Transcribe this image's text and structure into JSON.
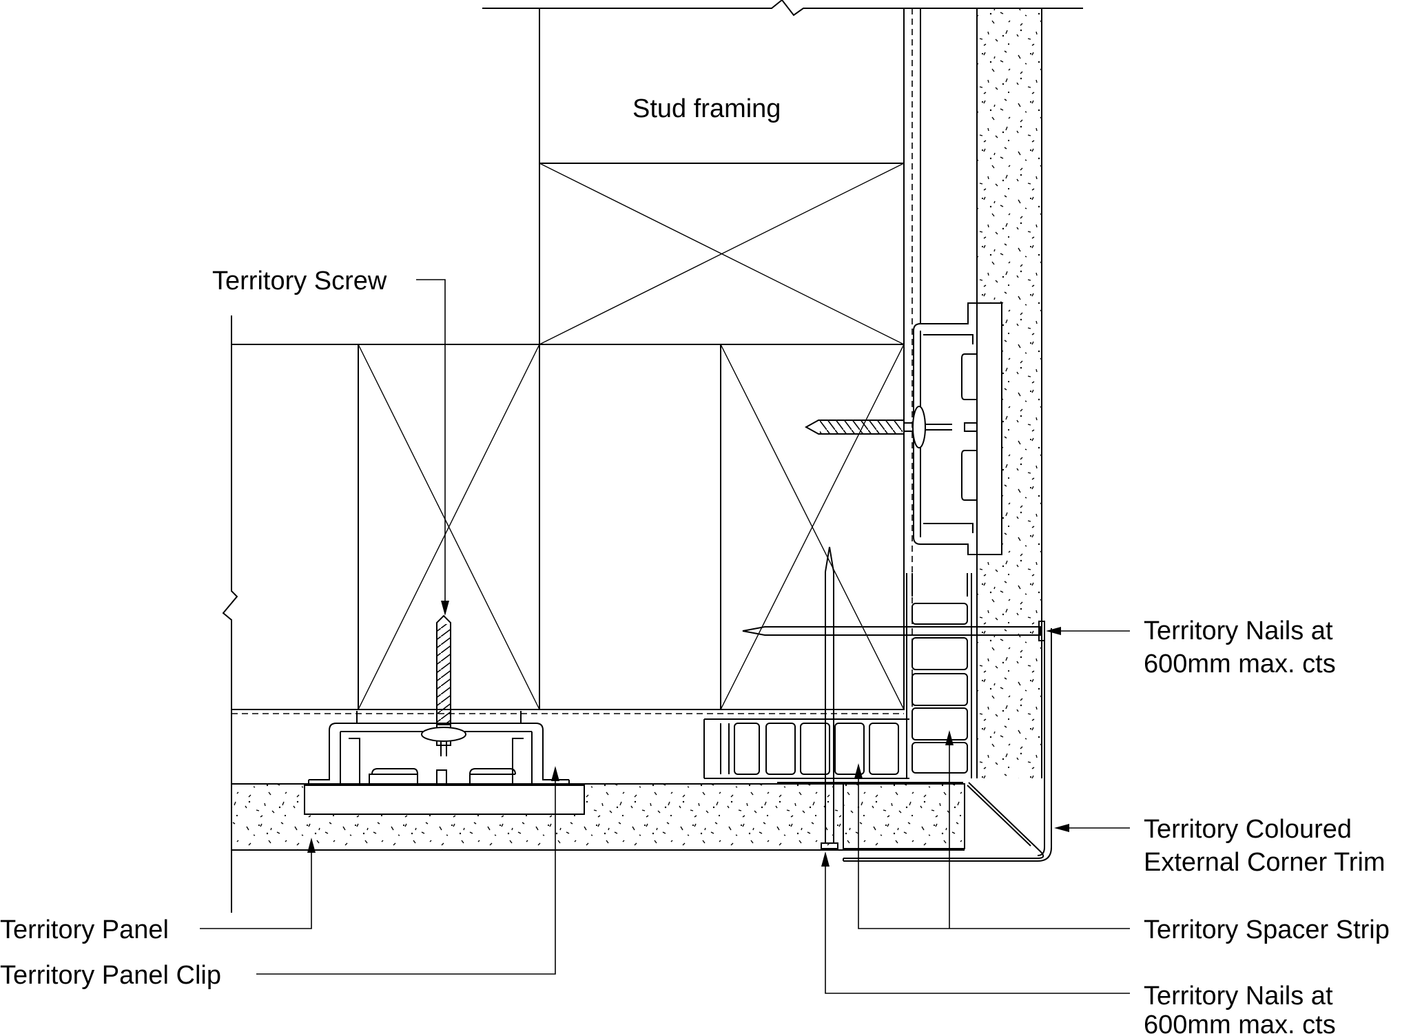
{
  "labels": {
    "stud_framing": "Stud framing",
    "territory_screw": "Territory Screw",
    "nails_top_line1": "Territory Nails at",
    "nails_top_line2": "600mm max. cts",
    "corner_trim_line1": "Territory Coloured",
    "corner_trim_line2": "External Corner Trim",
    "spacer_strip": "Territory Spacer Strip",
    "nails_bottom_line1": "Territory Nails at",
    "nails_bottom_line2": "600mm max. cts",
    "panel": "Territory Panel",
    "panel_clip": "Territory Panel Clip"
  }
}
